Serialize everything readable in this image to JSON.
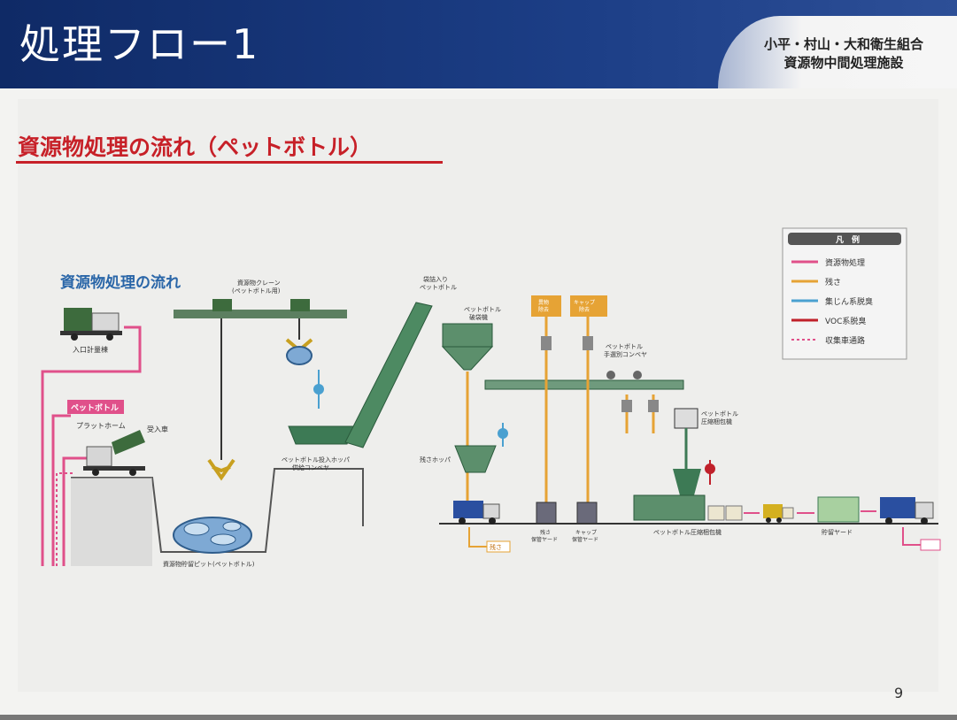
{
  "header": {
    "title": "処理フロー1",
    "org_line1": "小平・村山・大和衛生組合",
    "org_line2": "資源物中間処理施設"
  },
  "heading": "資源物処理の流れ（ペットボトル）",
  "page_number": "9",
  "diagram": {
    "subtitle": "資源物処理の流れ",
    "legend": {
      "title": "凡　例",
      "items": [
        {
          "label": "資源物処理",
          "color": "#e0508a"
        },
        {
          "label": "残さ",
          "color": "#e6a335"
        },
        {
          "label": "集じん系脱臭",
          "color": "#4aa0d0"
        },
        {
          "label": "VOC系脱臭",
          "color": "#c0202a"
        },
        {
          "label": "収集車通路",
          "color": "#e0508a"
        }
      ]
    },
    "labels": {
      "entrance": "入口計量棟",
      "petbottle_tag": "ペットボトル",
      "platform": "プラットホーム",
      "dump_truck_label": "受入車",
      "crane": "資源物クレーン\n(ペットボトル用)",
      "pit": "資源物貯留ピット(ペットボトル)",
      "hopper_conveyor": "ペットボトル投入ホッパ\n供給コンベヤ",
      "bag_bottles": "袋詰入り\nペットボトル",
      "bag_breaker": "ペットボトル\n破袋機",
      "residue_hopper": "残さホッパ",
      "residue_box_label": "残さ",
      "cap_box_a": "異物\n除去",
      "cap_box_b": "キャップ\n除去",
      "hand_sort": "ペットボトル\n手選別コンベヤ",
      "baler_hood": "ペットボトル\n圧縮梱包機",
      "residue_yard": "残さ\n保管ヤード",
      "cap_yard": "キャップ\n保管ヤード",
      "press": "ペットボトル圧縮梱包機",
      "storage_yard": "貯留ヤード"
    }
  }
}
